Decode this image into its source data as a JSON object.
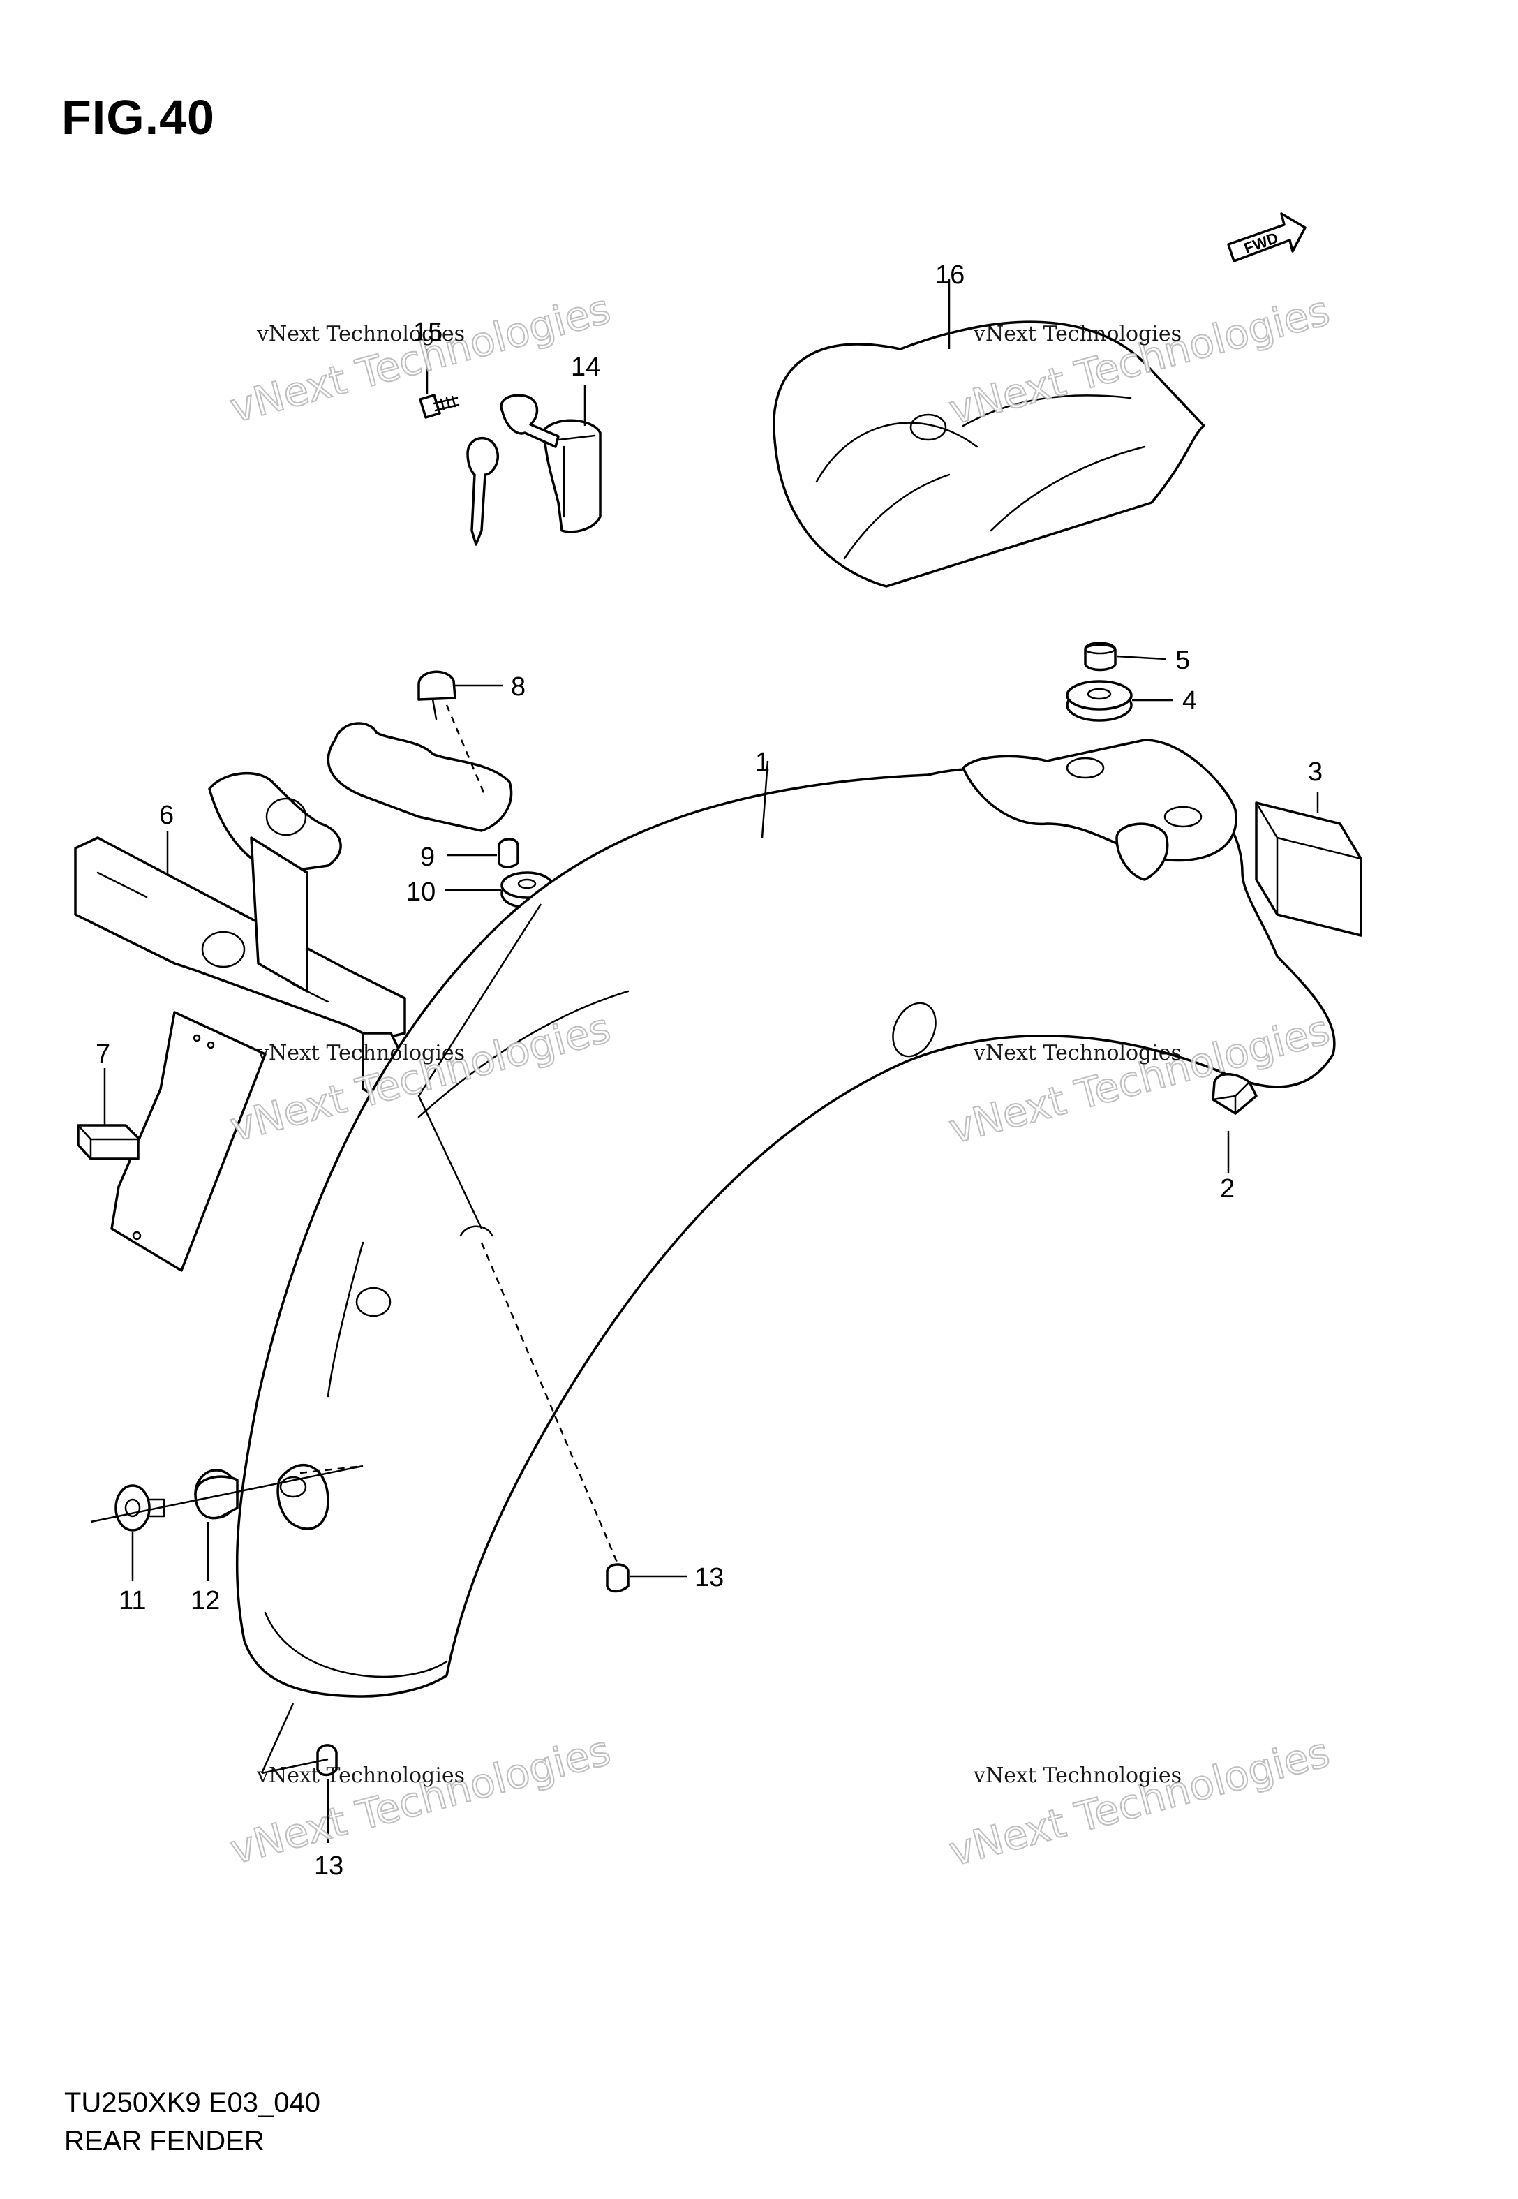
{
  "figure": {
    "title": "FIG.40",
    "model_code": "TU250XK9 E03_040",
    "name": "REAR FENDER"
  },
  "fwd_badge": "FWD",
  "watermark": {
    "line1": "vNext Technologies",
    "line2": "vNext Technologies"
  },
  "callouts": [
    {
      "id": "c1",
      "label": "1"
    },
    {
      "id": "c2",
      "label": "2"
    },
    {
      "id": "c3",
      "label": "3"
    },
    {
      "id": "c4",
      "label": "4"
    },
    {
      "id": "c5",
      "label": "5"
    },
    {
      "id": "c6",
      "label": "6"
    },
    {
      "id": "c7",
      "label": "7"
    },
    {
      "id": "c8",
      "label": "8"
    },
    {
      "id": "c9",
      "label": "9"
    },
    {
      "id": "c10",
      "label": "10"
    },
    {
      "id": "c11",
      "label": "11"
    },
    {
      "id": "c12",
      "label": "12"
    },
    {
      "id": "c13a",
      "label": "13"
    },
    {
      "id": "c13b",
      "label": "13"
    },
    {
      "id": "c14",
      "label": "14"
    },
    {
      "id": "c15",
      "label": "15"
    },
    {
      "id": "c16",
      "label": "16"
    }
  ]
}
